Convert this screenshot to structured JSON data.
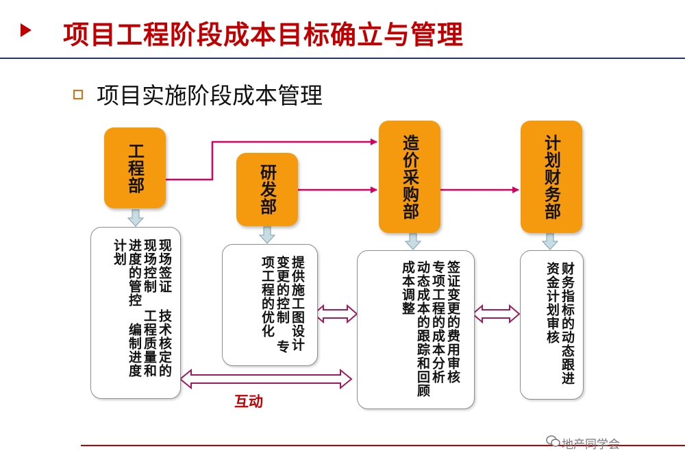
{
  "header": {
    "title": "项目工程阶段成本目标确立与管理",
    "subtitle": "项目实施阶段成本管理"
  },
  "departments": [
    {
      "name": "工程部",
      "description": "现场签证 技术核定的现场控制 工程质量和进度的管控 编制进度计划"
    },
    {
      "name": "研发部",
      "description": "提供施工图设计变更的控制 专项工程的优化"
    },
    {
      "name": "造价采购部",
      "description": "签证变更的费用审核 专项工程的成本分析 动态成本的跟踪和回顾 成本调整"
    },
    {
      "name": "计划财务部",
      "description": "财务指标的动态跟进 资金计划审核"
    }
  ],
  "labels": {
    "interaction": "互动"
  },
  "footer": {
    "watermark": "地产同学会"
  },
  "colors": {
    "title": "#c00000",
    "dept_fill": "#f59a0e",
    "flow_arrow": "#d6005f",
    "down_arrow": "#c7dde3",
    "footer_line": "#c00000"
  }
}
